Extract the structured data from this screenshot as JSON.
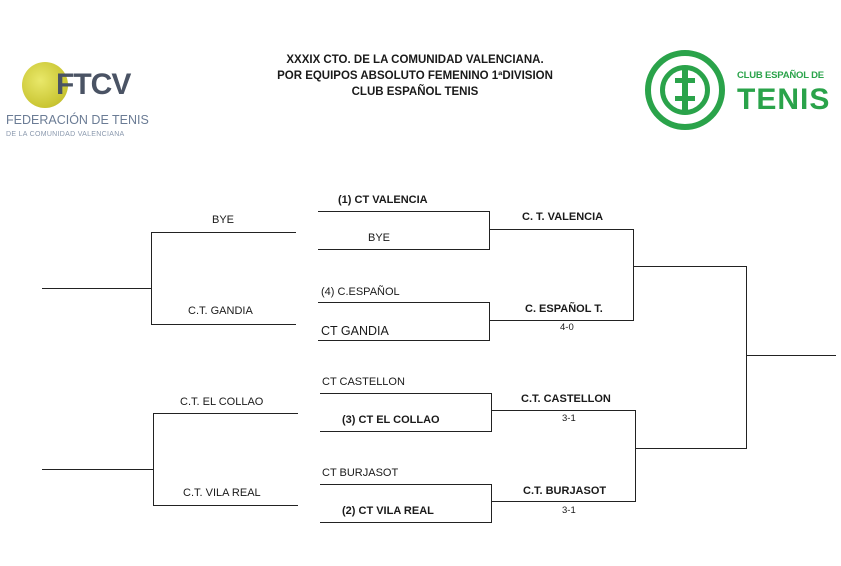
{
  "header": {
    "title_lines": [
      "XXXIX CTO. DE LA COMUNIDAD VALENCIANA.",
      "POR EQUIPOS ABSOLUTO FEMENINO 1ªDIVISION",
      "CLUB ESPAÑOL TENIS"
    ],
    "ftcv_logo": {
      "letters": "FTCV",
      "line1": "FEDERACIÓN DE TENIS",
      "line2": "DE LA COMUNIDAD VALENCIANA",
      "ball_icon": "tennis-ball-icon",
      "color": "#4a5364"
    },
    "club_logo": {
      "small_text": "CLUB ESPAÑOL DE",
      "big_text": "TENIS",
      "emblem_icon": "club-emblem-icon",
      "color": "#2aa34a"
    }
  },
  "bracket": {
    "left_labels": [
      "BYE",
      "C.T. GANDIA",
      "C.T. EL COLLAO",
      "C.T. VILA REAL"
    ],
    "round1": [
      {
        "top": "(1) CT VALENCIA",
        "bottom": "BYE"
      },
      {
        "top": "(4) C.ESPAÑOL",
        "bottom": "CT GANDIA"
      },
      {
        "top": "CT CASTELLON",
        "bottom": "(3) CT EL COLLAO"
      },
      {
        "top": "CT BURJASOT",
        "bottom": "(2) CT VILA REAL"
      }
    ],
    "round2": [
      {
        "winner": "C. T. VALENCIA",
        "score": ""
      },
      {
        "winner": "C. ESPAÑOL T.",
        "score": "4-0"
      },
      {
        "winner": "C.T. CASTELLON",
        "score": "3-1"
      },
      {
        "winner": "C.T. BURJASOT",
        "score": "3-1"
      }
    ]
  }
}
